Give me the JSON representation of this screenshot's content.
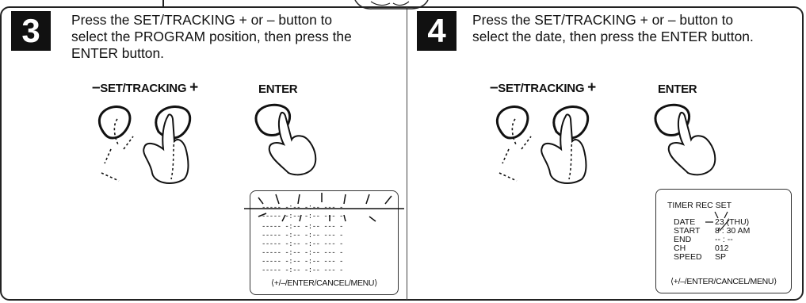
{
  "step3": {
    "number": "3",
    "instruction_lines": [
      "Press the SET/TRACKING + or – button to",
      "select the PROGRAM position, then press the",
      "ENTER button."
    ],
    "set_tracking_label": "SET/TRACKING",
    "minus": "–",
    "plus": "+",
    "enter_label": "ENTER",
    "program_rows": [
      "----- -:-- -:-- --- -",
      "----- -:-- -:-- --- -",
      "----- -:-- -:-- --- -",
      "----- -:-- -:-- --- -",
      "----- -:-- -:-- --- -",
      "----- -:-- -:-- --- -",
      "----- -:-- -:-- --- -",
      "----- -:-- -:-- --- -"
    ],
    "osd_footer": "⟨+/–/ENTER/CANCEL/MENU⟩"
  },
  "step4": {
    "number": "4",
    "instruction_lines": [
      "Press the SET/TRACKING + or – button to",
      "select the date, then press the ENTER button."
    ],
    "set_tracking_label": "SET/TRACKING",
    "minus": "–",
    "plus": "+",
    "enter_label": "ENTER",
    "osd_title": "TIMER REC SET",
    "osd_fields": [
      {
        "label": "DATE",
        "value": "23 (THU)"
      },
      {
        "label": "START",
        "value": "8 : 30 AM"
      },
      {
        "label": "END",
        "value": "-- : --"
      },
      {
        "label": "CH",
        "value": "012"
      },
      {
        "label": "SPEED",
        "value": "SP"
      }
    ],
    "osd_footer": "⟨+/–/ENTER/CANCEL/MENU⟩"
  },
  "colors": {
    "ink": "#111111",
    "frame": "#222222",
    "background": "#ffffff"
  }
}
